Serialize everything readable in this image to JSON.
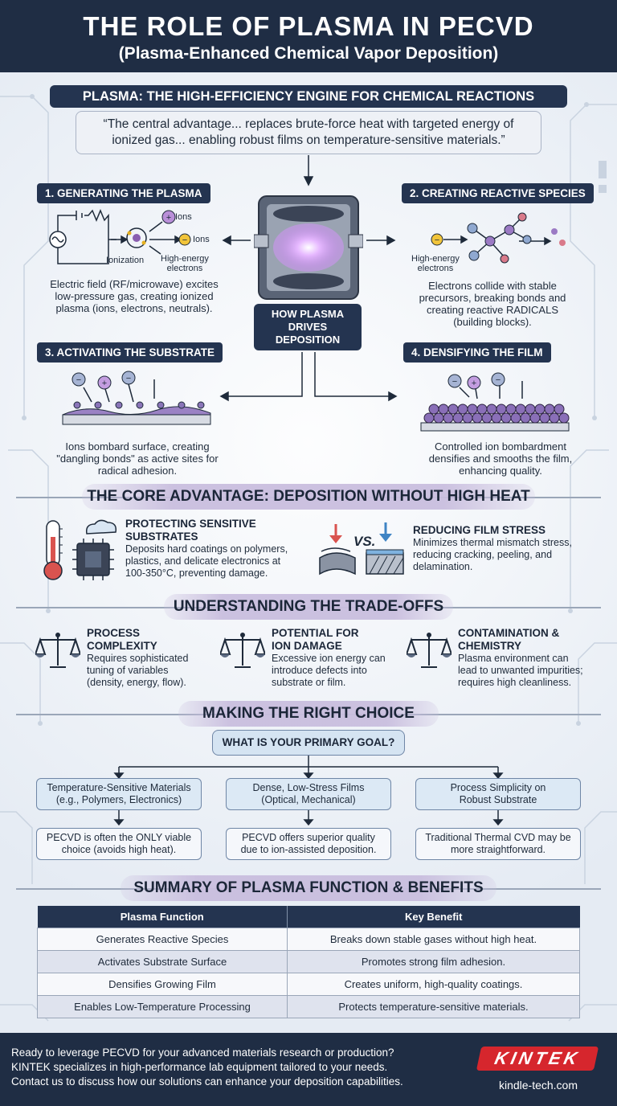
{
  "header": {
    "title": "THE ROLE OF PLASMA IN PECVD",
    "subtitle": "(Plasma-Enhanced Chemical Vapor Deposition)"
  },
  "engine": {
    "title": "PLASMA: THE HIGH-EFFICIENCY ENGINE FOR CHEMICAL REACTIONS",
    "quote_line1": "“The central advantage... replaces brute-force heat with targeted energy of",
    "quote_line2": "ionized gas... enabling robust films on temperature-sensitive materials.”"
  },
  "center_label": [
    "HOW PLASMA",
    "DRIVES",
    "DEPOSITION"
  ],
  "steps": [
    {
      "label": "1. GENERATING THE PLASMA",
      "diagram": {
        "ionization": "Ionization",
        "ions": "Ions",
        "ions2": "Ions",
        "electrons": [
          "High-energy",
          "electrons"
        ]
      },
      "desc": [
        "Electric field (RF/microwave) excites",
        "low-pressure gas, creating ionized",
        "plasma (ions, electrons, neutrals)."
      ]
    },
    {
      "label": "2. CREATING REACTIVE SPECIES",
      "diagram": {
        "electrons": [
          "High-energy",
          "electrons"
        ]
      },
      "desc": [
        "Electrons collide with stable",
        "precursors, breaking bonds and",
        "creating reactive RADICALS",
        "(building blocks)."
      ]
    },
    {
      "label": "3. ACTIVATING THE SUBSTRATE",
      "desc": [
        "Ions bombard surface, creating",
        "\"dangling bonds\" as active sites for",
        "radical adhesion."
      ]
    },
    {
      "label": "4. DENSIFYING THE FILM",
      "desc": [
        "Controlled ion bombardment",
        "densifies and smooths the film,",
        "enhancing quality."
      ]
    }
  ],
  "core": {
    "title": "THE CORE ADVANTAGE: DEPOSITION WITHOUT HIGH HEAT",
    "items": [
      {
        "title": [
          "PROTECTING SENSITIVE",
          "SUBSTRATES"
        ],
        "desc": [
          "Deposits hard coatings on polymers,",
          "plastics, and delicate electronics at",
          "100-350°C, preventing damage."
        ]
      },
      {
        "title": [
          "REDUCING FILM STRESS"
        ],
        "vs": "VS.",
        "desc": [
          "Minimizes thermal mismatch stress,",
          "reducing cracking, peeling, and",
          "delamination."
        ]
      }
    ]
  },
  "tradeoffs": {
    "title": "UNDERSTANDING THE TRADE-OFFS",
    "items": [
      {
        "title": [
          "PROCESS",
          "COMPLEXITY"
        ],
        "desc": [
          "Requires sophisticated",
          "tuning of variables",
          "(density, energy, flow)."
        ]
      },
      {
        "title": [
          "POTENTIAL FOR",
          "ION DAMAGE"
        ],
        "desc": [
          "Excessive ion energy can",
          "introduce defects into",
          "substrate or film."
        ]
      },
      {
        "title": [
          "CONTAMINATION &",
          "CHEMISTRY"
        ],
        "desc": [
          "Plasma environment can",
          "lead to unwanted impurities;",
          "requires high cleanliness."
        ]
      }
    ]
  },
  "choice": {
    "title": "MAKING THE RIGHT CHOICE",
    "question": "WHAT IS YOUR PRIMARY GOAL?",
    "options": [
      {
        "goal": [
          "Temperature-Sensitive Materials",
          "(e.g., Polymers, Electronics)"
        ],
        "result": [
          "PECVD is often the ONLY viable",
          "choice (avoids high heat)."
        ]
      },
      {
        "goal": [
          "Dense, Low-Stress Films",
          "(Optical, Mechanical)"
        ],
        "result": [
          "PECVD offers superior quality",
          "due to ion-assisted deposition."
        ]
      },
      {
        "goal": [
          "Process Simplicity on",
          "Robust Substrate"
        ],
        "result": [
          "Traditional Thermal CVD may be",
          "more straightforward."
        ]
      }
    ]
  },
  "summary": {
    "title": "SUMMARY OF PLASMA FUNCTION & BENEFITS",
    "headers": [
      "Plasma Function",
      "Key Benefit"
    ],
    "rows": [
      [
        "Generates Reactive Species",
        "Breaks down stable gases without high heat."
      ],
      [
        "Activates Substrate Surface",
        "Promotes strong film adhesion."
      ],
      [
        "Densifies Growing Film",
        "Creates uniform, high-quality coatings."
      ],
      [
        "Enables Low-Temperature Processing",
        "Protects temperature-sensitive materials."
      ]
    ]
  },
  "footer": {
    "lines": [
      "Ready to leverage PECVD for your advanced materials research or production?",
      "KINTEK specializes in high-performance lab equipment tailored to your needs.",
      "Contact us to discuss how our solutions can enhance your deposition capabilities."
    ],
    "logo": "KINTEK",
    "site": "kindle-tech.com"
  },
  "colors": {
    "navy": "#243450",
    "lavender": "#c9bede",
    "red": "#d6262d",
    "light_blue": "#dce9f5"
  }
}
